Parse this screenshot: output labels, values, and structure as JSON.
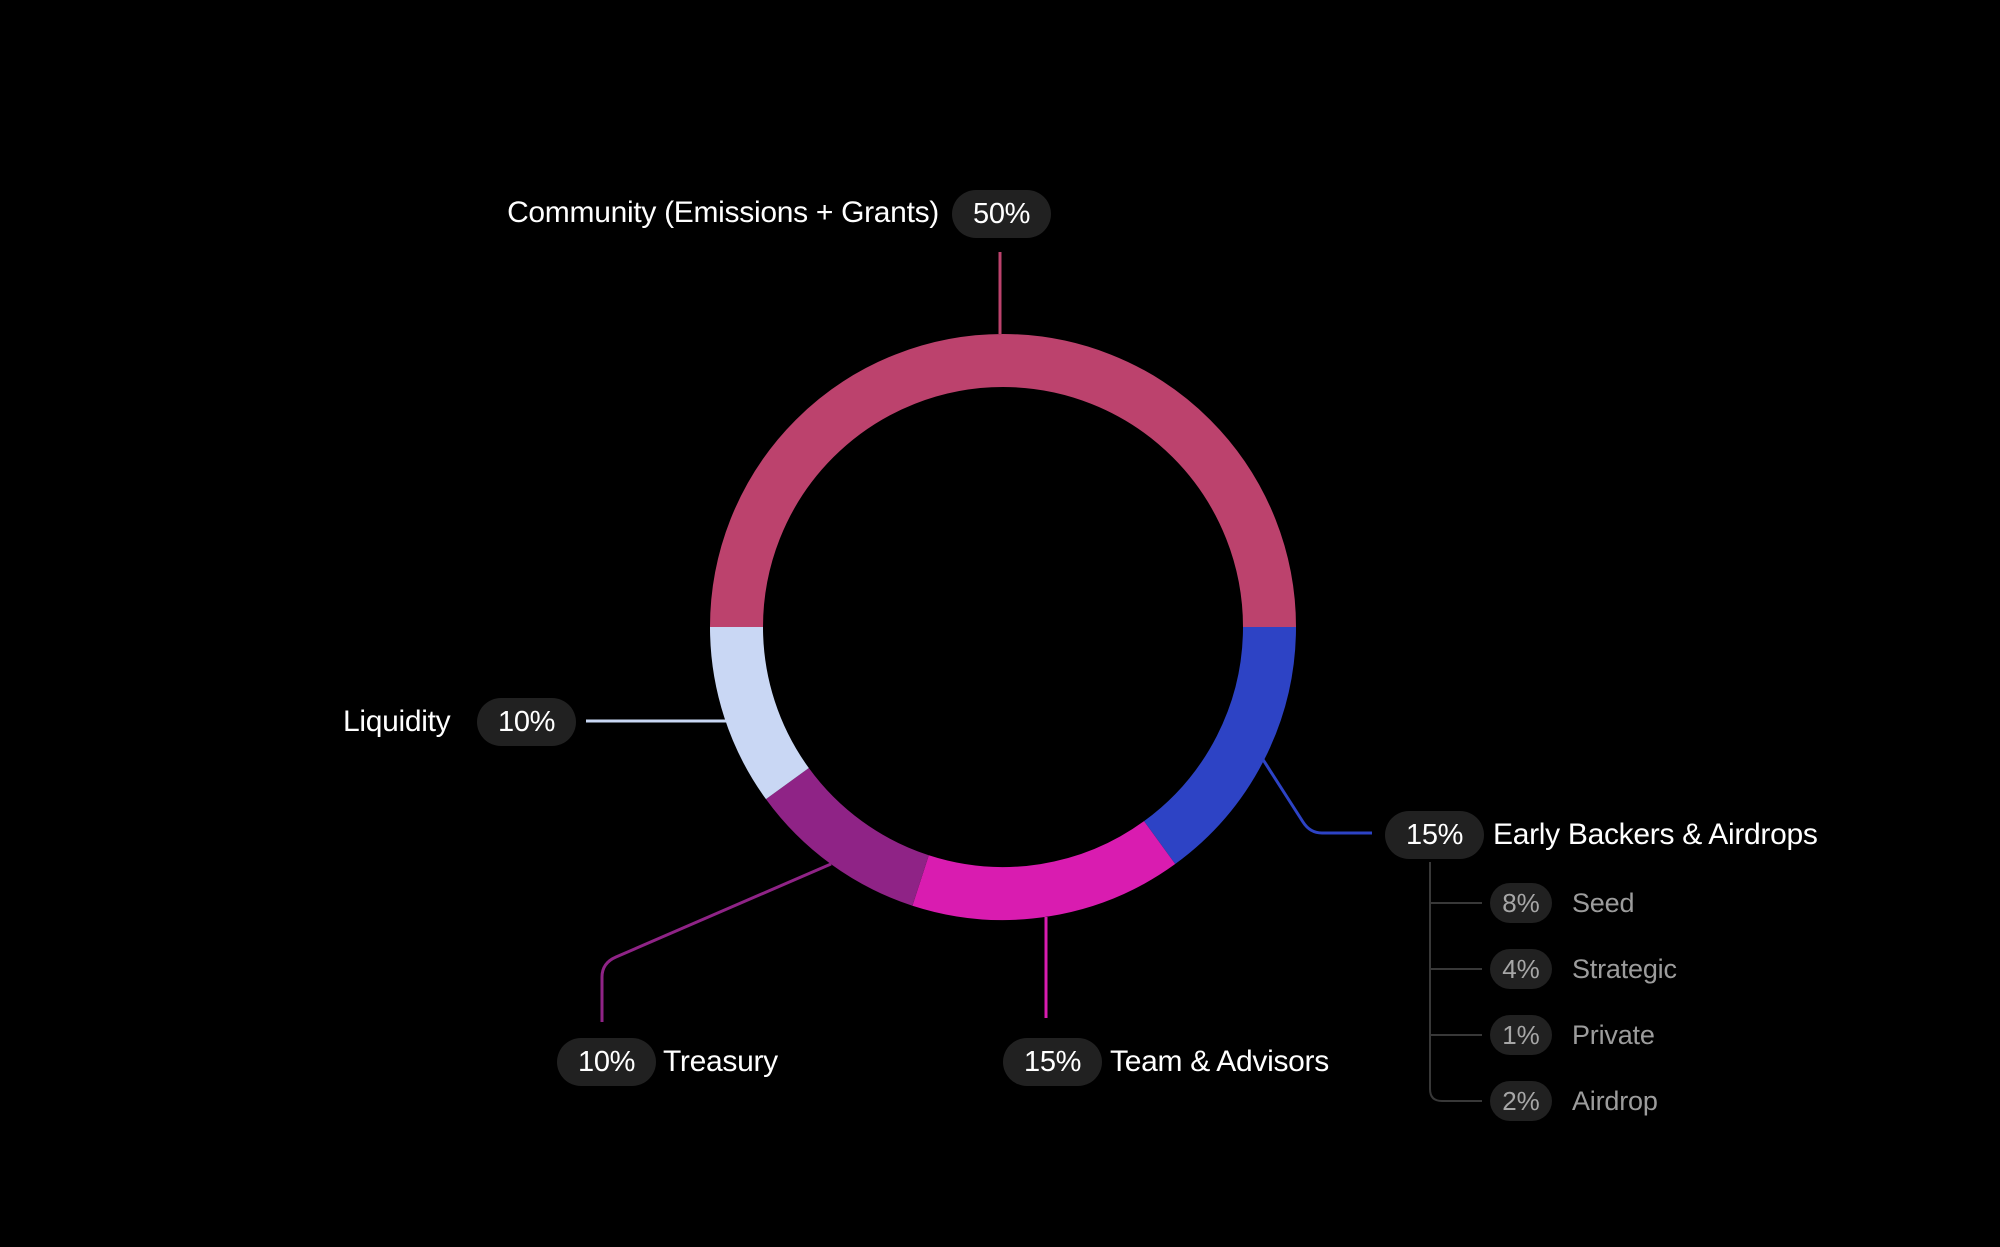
{
  "theme": {
    "background": "#000000",
    "badge_bg": "#212121",
    "badge_text": "#ffffff",
    "sub_badge_text": "#a6a6a6",
    "sub_label_text": "#9c9c9c",
    "connector_color": "#383838"
  },
  "chart_data": {
    "type": "pie",
    "variant": "donut",
    "direction": "clockwise",
    "start": "first-segment-centered-at-top",
    "unit": "%",
    "legend_position": "callout-labels-around-donut",
    "segments": [
      {
        "label": "Community (Emissions + Grants)",
        "value": 50,
        "pct_label": "50%",
        "color": "#bc426d"
      },
      {
        "label": "Early Backers & Airdrops",
        "value": 15,
        "pct_label": "15%",
        "color": "#2d43c5",
        "children": [
          {
            "label": "Seed",
            "value": 8,
            "pct_label": "8%"
          },
          {
            "label": "Strategic",
            "value": 4,
            "pct_label": "4%"
          },
          {
            "label": "Private",
            "value": 1,
            "pct_label": "1%"
          },
          {
            "label": "Airdrop",
            "value": 2,
            "pct_label": "2%"
          }
        ]
      },
      {
        "label": "Team & Advisors",
        "value": 15,
        "pct_label": "15%",
        "color": "#d91cb0"
      },
      {
        "label": "Treasury",
        "value": 10,
        "pct_label": "10%",
        "color": "#8f2386"
      },
      {
        "label": "Liquidity",
        "value": 10,
        "pct_label": "10%",
        "color": "#c9d7f4"
      }
    ]
  }
}
